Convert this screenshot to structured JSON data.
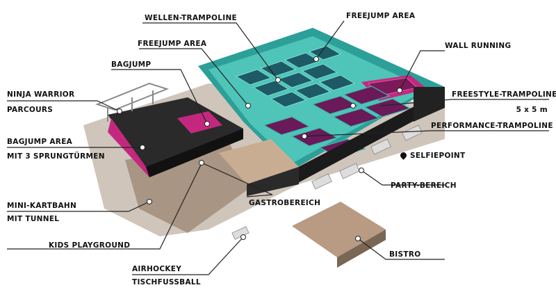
{
  "labels": {
    "wellen": "WELLEN-TRAMPOLINE",
    "freejump_top": "FREEJUMP AREA",
    "freejump_left": "FREEJUMP AREA",
    "bagjump": "BAGJUMP",
    "ninja_1": "NINJA WARRIOR",
    "ninja_2": "PARCOURS",
    "bagjump_area_1": "BAGJUMP AREA",
    "bagjump_area_2": "MIT 3 SPRUNGTÜRMEN",
    "wall_running": "WALL RUNNING",
    "freestyle_1": "FREESTYLE-TRAMPOLINE",
    "freestyle_2": "5 x 5 m",
    "performance": "PERFORMANCE-TRAMPOLINE",
    "selfiepoint": "SELFIEPOINT",
    "party": "PARTY-BEREICH",
    "gastro": "GASTROBEREICH",
    "bistro": "BISTRO",
    "kart_1": "MINI-KARTBAHN",
    "kart_2": "MIT TUNNEL",
    "kids": "KIDS PLAYGROUND",
    "airhockey_1": "AIRHOCKEY",
    "airhockey_2": "TISCHFUSSBALL"
  },
  "icons": {
    "selfie": "location-pin-icon"
  },
  "colors": {
    "teal": "#3bb8ad",
    "magenta": "#c4287e",
    "dark": "#2a2a2a",
    "floor": "#b8a898"
  }
}
